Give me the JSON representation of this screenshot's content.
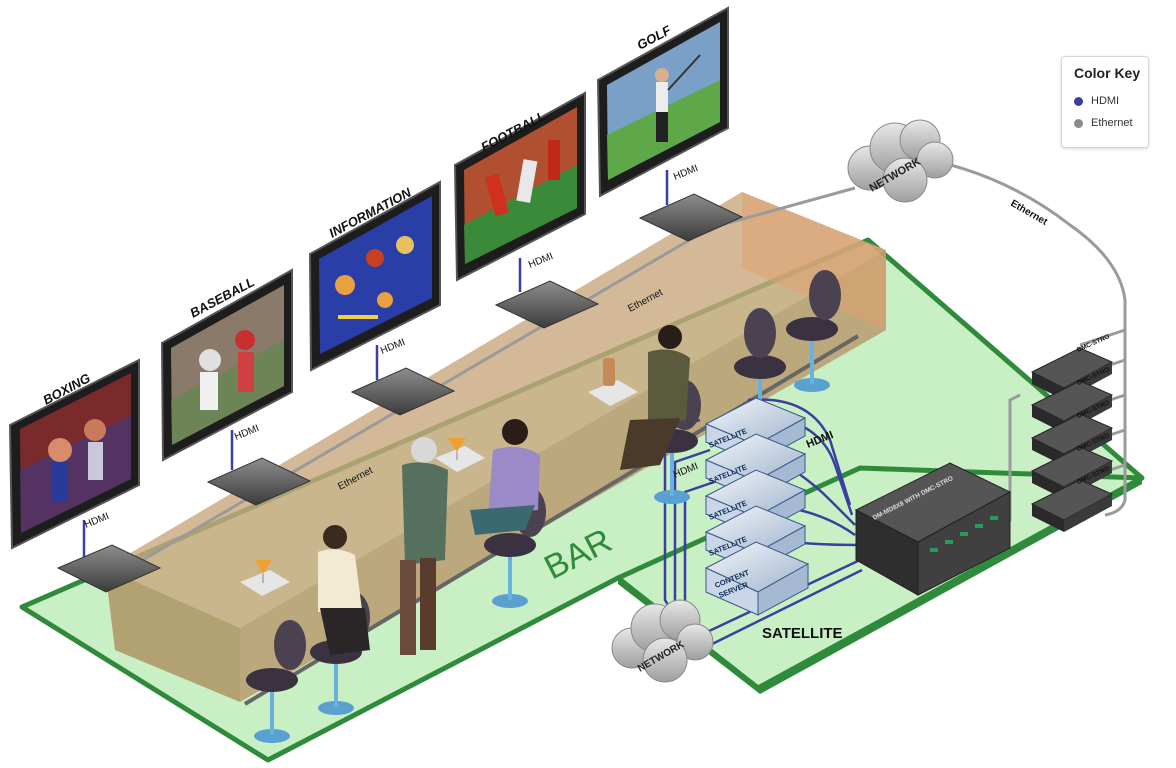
{
  "screens": [
    {
      "label": "BOXING"
    },
    {
      "label": "BASEBALL"
    },
    {
      "label": "INFORMATION"
    },
    {
      "label": "FOOTBALL"
    },
    {
      "label": "GOLF"
    }
  ],
  "links": {
    "hdmi": "HDMI",
    "ethernet": "Ethernet"
  },
  "zones": {
    "bar": "BAR",
    "satellite": "SATELLITE"
  },
  "clouds": {
    "network_top": "NETWORK",
    "network_bottom": "NETWORK"
  },
  "rack": {
    "boxes": [
      "SATELLITE",
      "SATELLITE",
      "SATELLITE",
      "SATELLITE"
    ],
    "content_server_line1": "CONTENT",
    "content_server_line2": "SERVER",
    "hdmi_label": "HDMI"
  },
  "switch_label": "DM-MD8X8 WITH DMC-STRO",
  "stream_units": [
    "DMC-STRO",
    "DMC-STRO",
    "DMC-STRO",
    "DMC-STRO",
    "DMC-STRO"
  ],
  "color_key": {
    "title": "Color Key",
    "items": [
      {
        "label": "HDMI",
        "color": "#3a3fa0"
      },
      {
        "label": "Ethernet",
        "color": "#8a8a8a"
      }
    ]
  },
  "colors": {
    "floor": "#c9efc4",
    "floor_edge": "#2f8a3c",
    "counter": "#c9a87f",
    "hdmi": "#3a3fa0",
    "ethernet": "#9a9a9a"
  }
}
